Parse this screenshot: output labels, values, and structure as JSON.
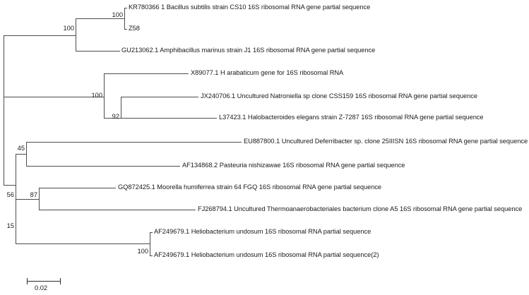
{
  "figure": {
    "type": "phylogenetic-tree",
    "background_color": "#ffffff",
    "line_color": "#4d4d4d",
    "text_color": "#1a1a1a"
  },
  "taxa": [
    {
      "id": "kr780366",
      "label": "KR780366 1 Bacillus subtilis strain CS10 16S ribosomal RNA gene partial sequence"
    },
    {
      "id": "z58",
      "label": "Z58"
    },
    {
      "id": "gu213062",
      "label": "GU213062.1 Amphibacillus marinus strain J1 16S ribosomal RNA gene partial sequence"
    },
    {
      "id": "x89077",
      "label": "X89077.1 H arabaticum gene for 16S ribosomal RNA"
    },
    {
      "id": "jx240706",
      "label": "JX240706.1 Uncultured Natroniella sp clone CSS159 16S ribosomal RNA gene partial sequence"
    },
    {
      "id": "l37423",
      "label": "L37423.1 Halobacteroides elegans strain Z-7287 16S ribosomal RNA gene partial sequence"
    },
    {
      "id": "eu887800",
      "label": "EU887800.1 Uncultured Deferribacter sp. clone 25IIISN 16S ribosomal RNA gene partial sequence"
    },
    {
      "id": "af134868",
      "label": "AF134868.2 Pasteuria nishizawae 16S ribosomal RNA gene partial sequence"
    },
    {
      "id": "gq872425",
      "label": "GQ872425.1 Moorella humiferrea strain 64 FGQ 16S ribosomal RNA gene partial sequence"
    },
    {
      "id": "fj268794",
      "label": "FJ268794.1 Uncultured Thermoanaerobacteriales bacterium clone A5 16S ribosomal RNA gene partial sequence"
    },
    {
      "id": "af249679a",
      "label": "AF249679.1 Heliobacterium undosum 16S ribosomal RNA partial sequence"
    },
    {
      "id": "af249679b",
      "label": "AF249679.1 Heliobacterium undosum 16S ribosomal RNA partial sequence(2)"
    }
  ],
  "support_values": [
    {
      "id": "node-bacillus-z58",
      "value": "100"
    },
    {
      "id": "node-bacillus-clade",
      "value": "100"
    },
    {
      "id": "node-halophile-clade",
      "value": "100"
    },
    {
      "id": "node-natroniella-halo",
      "value": "92"
    },
    {
      "id": "node-deferribacter-past",
      "value": "45"
    },
    {
      "id": "node-basal-56",
      "value": "56"
    },
    {
      "id": "node-moorella-thermo",
      "value": "87"
    },
    {
      "id": "node-basal-15",
      "value": "15"
    },
    {
      "id": "node-heliobacterium",
      "value": "100"
    }
  ],
  "scale_bar": {
    "label": "0.02"
  }
}
